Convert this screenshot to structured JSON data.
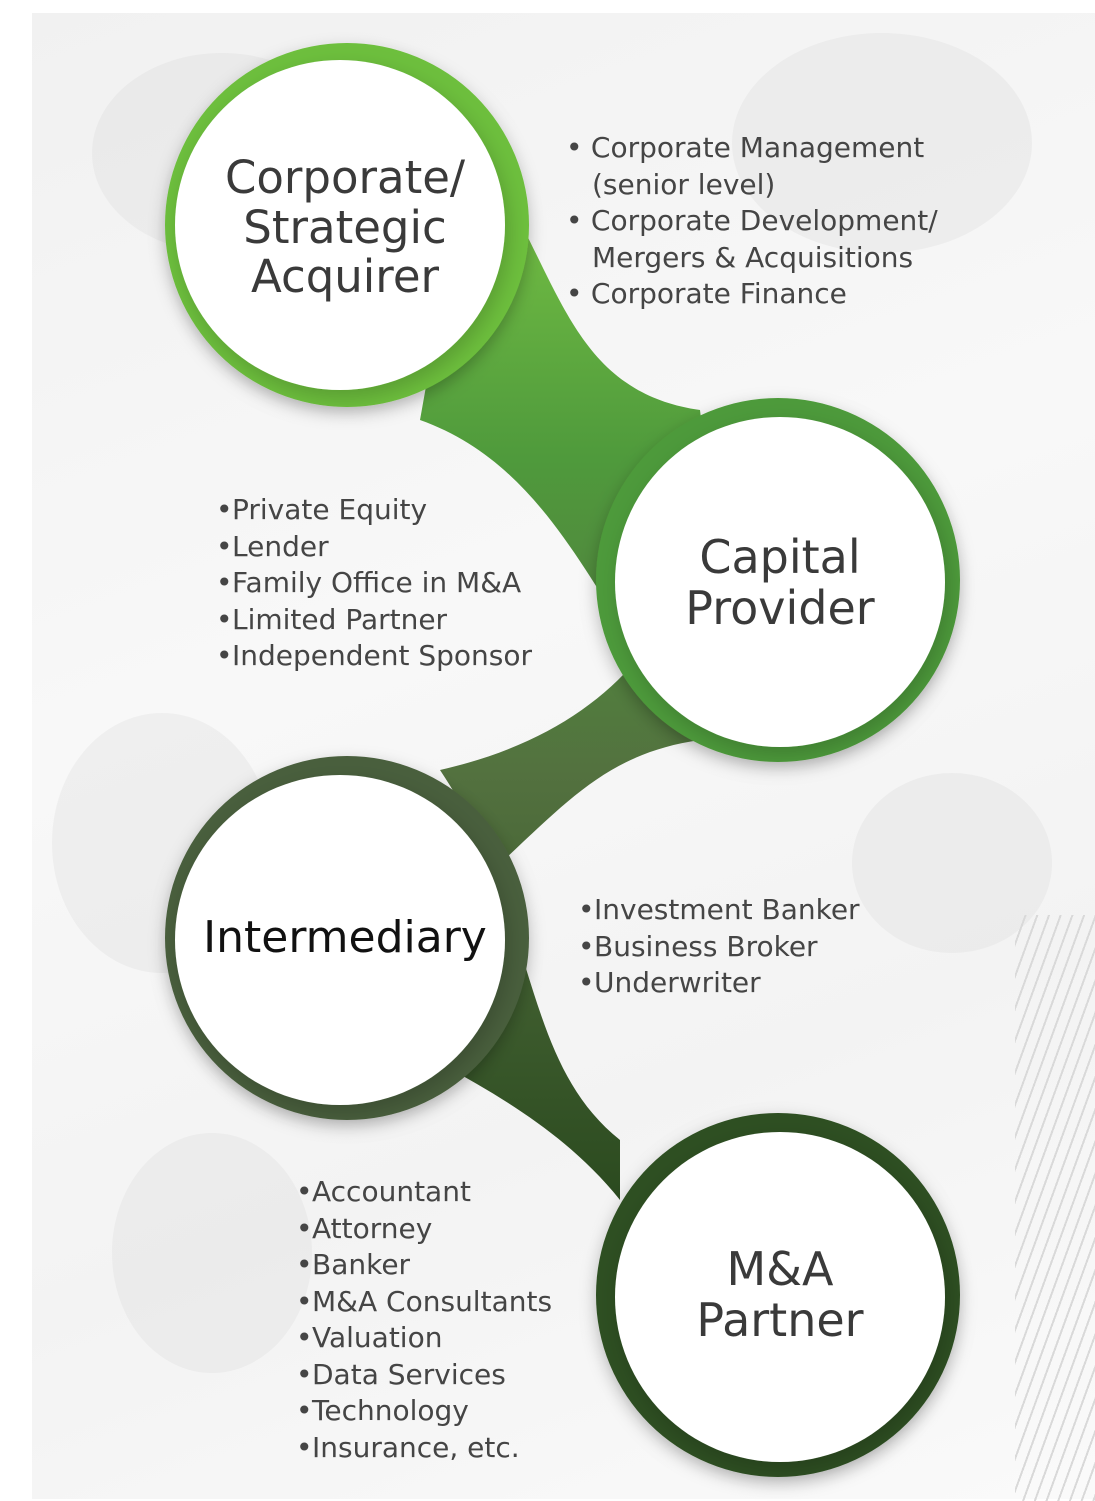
{
  "nodes": [
    {
      "id": "corporate",
      "title_lines": [
        "Corporate/",
        "Strategic",
        "Acquirer"
      ],
      "ring_color": "#6dbf3c"
    },
    {
      "id": "capital",
      "title_lines": [
        "Capital",
        "Provider"
      ],
      "ring_color": "#4e9a3a"
    },
    {
      "id": "intermediary",
      "title_lines": [
        "Intermediary"
      ],
      "ring_color": "#4a5e3e"
    },
    {
      "id": "partner",
      "title_lines": [
        "M&A",
        "Partner"
      ],
      "ring_color": "#2e4f22"
    }
  ],
  "lists": {
    "corporate": [
      {
        "text": "Corporate Management",
        "continuation": "(senior level)"
      },
      {
        "text": "Corporate Development/",
        "continuation": "Mergers & Acquisitions"
      },
      {
        "text": "Corporate Finance"
      }
    ],
    "capital": [
      {
        "text": "Private Equity"
      },
      {
        "text": "Lender"
      },
      {
        "text": "Family Office in M&A"
      },
      {
        "text": "Limited Partner"
      },
      {
        "text": "Independent Sponsor"
      }
    ],
    "intermediary": [
      {
        "text": "Investment Banker"
      },
      {
        "text": "Business Broker"
      },
      {
        "text": "Underwriter"
      }
    ],
    "partner": [
      {
        "text": "Accountant"
      },
      {
        "text": "Attorney"
      },
      {
        "text": "Banker"
      },
      {
        "text": "M&A Consultants"
      },
      {
        "text": "Valuation"
      },
      {
        "text": "Data Services"
      },
      {
        "text": "Technology"
      },
      {
        "text": "Insurance, etc."
      }
    ]
  },
  "bullet_symbol": "•"
}
